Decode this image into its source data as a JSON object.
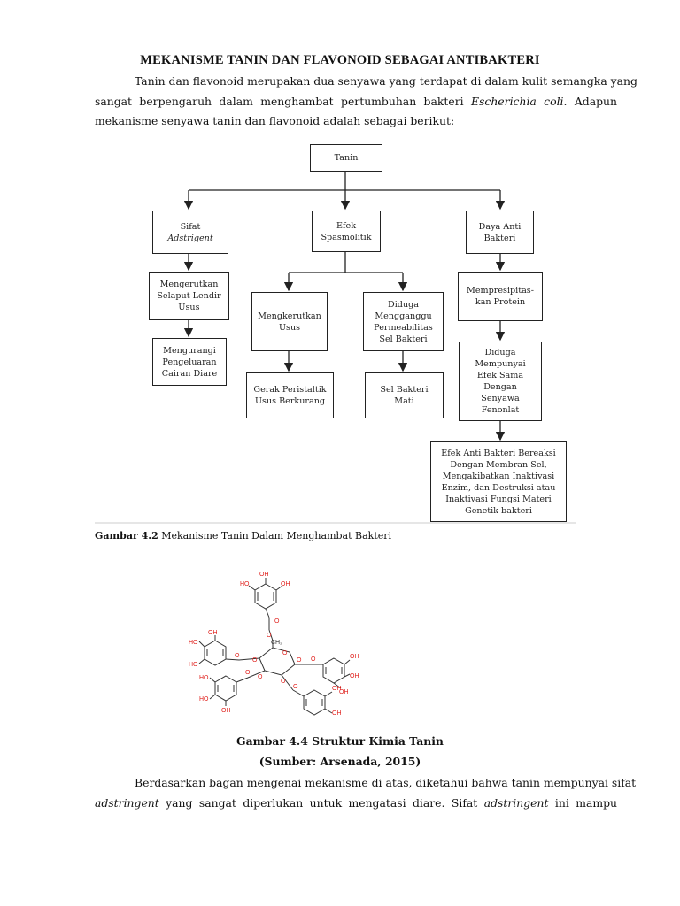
{
  "title": "MEKANISME TANIN DAN FLAVONOID SEBAGAI ANTIBAKTERI",
  "intro": {
    "line1": "Tanin dan flavonoid merupakan dua senyawa yang terdapat di dalam kulit semangka yang",
    "line2_before": "sangat berpengaruh dalam menghambat pertumbuhan bakteri",
    "line2_italic": "Escherichia coli",
    "line2_after": ". Adapun",
    "line3": "mekanisme senyawa tanin dan flavonoid adalah sebagai berikut:"
  },
  "diagram": {
    "root": "Tanin",
    "adstringent_1": "Sifat",
    "adstringent_2": "Adstrigent",
    "spasmolitik_1": "Efek",
    "spasmolitik_2": "Spasmolitik",
    "antibakteri_1": "Daya Anti",
    "antibakteri_2": "Bakteri",
    "selaput_1": "Mengerutkan",
    "selaput_2": "Selaput Lendir",
    "selaput_3": "Usus",
    "cairan_1": "Mengurangi",
    "cairan_2": "Pengeluaran",
    "cairan_3": "Cairan Diare",
    "usus_1": "Mengkerutkan",
    "usus_2": "Usus",
    "gerak_1": "Gerak Peristaltik",
    "gerak_2": "Usus Berkurang",
    "permeabilitas_1": "Diduga",
    "permeabilitas_2": "Mengganggu",
    "permeabilitas_3": "Permeabilitas",
    "permeabilitas_4": "Sel Bakteri",
    "mati_1": "Sel Bakteri",
    "mati_2": "Mati",
    "presipitasi_1": "Mempresipitas-",
    "presipitasi_2": "kan Protein",
    "fenol_1": "Diduga",
    "fenol_2": "Mempunyai",
    "fenol_3": "Efek Sama",
    "fenol_4": "Dengan",
    "fenol_5": "Senyawa",
    "fenol_6": "Fenonlat",
    "efek_1": "Efek Anti Bakteri Bereaksi",
    "efek_2": "Dengan Membran Sel,",
    "efek_3": "Mengakibatkan Inaktivasi",
    "efek_4": "Enzim, dan Destruksi atau",
    "efek_5": "Inaktivasi Fungsi Materi",
    "efek_6": "Genetik bakteri"
  },
  "caption1_bold": "Gambar 4.2",
  "caption1_rest": " Mekanisme Tanin Dalam Menghambat Bakteri",
  "structure_labels": {
    "oh": "OH",
    "ho": "HO",
    "o": "O",
    "ch2": "CH₂"
  },
  "caption2": "Gambar 4.4 Struktur Kimia Tanin",
  "caption3": "(Sumber: Arsenada, 2015)",
  "closing": {
    "line1": "Berdasarkan bagan mengenai mekanisme di atas, diketahui bahwa tanin mempunyai sifat",
    "line2_italic1": "adstringent",
    "line2_mid": " yang sangat diperlukan untuk mengatasi diare. Sifat ",
    "line2_italic2": "adstringent",
    "line2_after": " ini mampu"
  },
  "colors": {
    "text": "#111111",
    "structure_red": "#e0201c",
    "structure_dark": "#333333"
  }
}
